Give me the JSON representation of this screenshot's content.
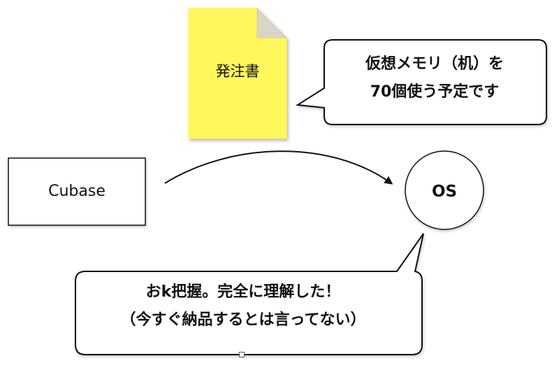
{
  "document": {
    "label": "発注書",
    "fill_color": "#fff75c",
    "fold_color": "#d9d6c8"
  },
  "app_box": {
    "label": "Cubase"
  },
  "os_node": {
    "label": "OS"
  },
  "bubble_top": {
    "line1": "仮想メモリ（机）を",
    "line2": "70個使う予定です"
  },
  "bubble_bottom": {
    "line1": "おk把握。完全に理解した！",
    "line2": "（今すぐ納品するとは言ってない）"
  },
  "colors": {
    "stroke": "#111111",
    "background": "#ffffff"
  }
}
